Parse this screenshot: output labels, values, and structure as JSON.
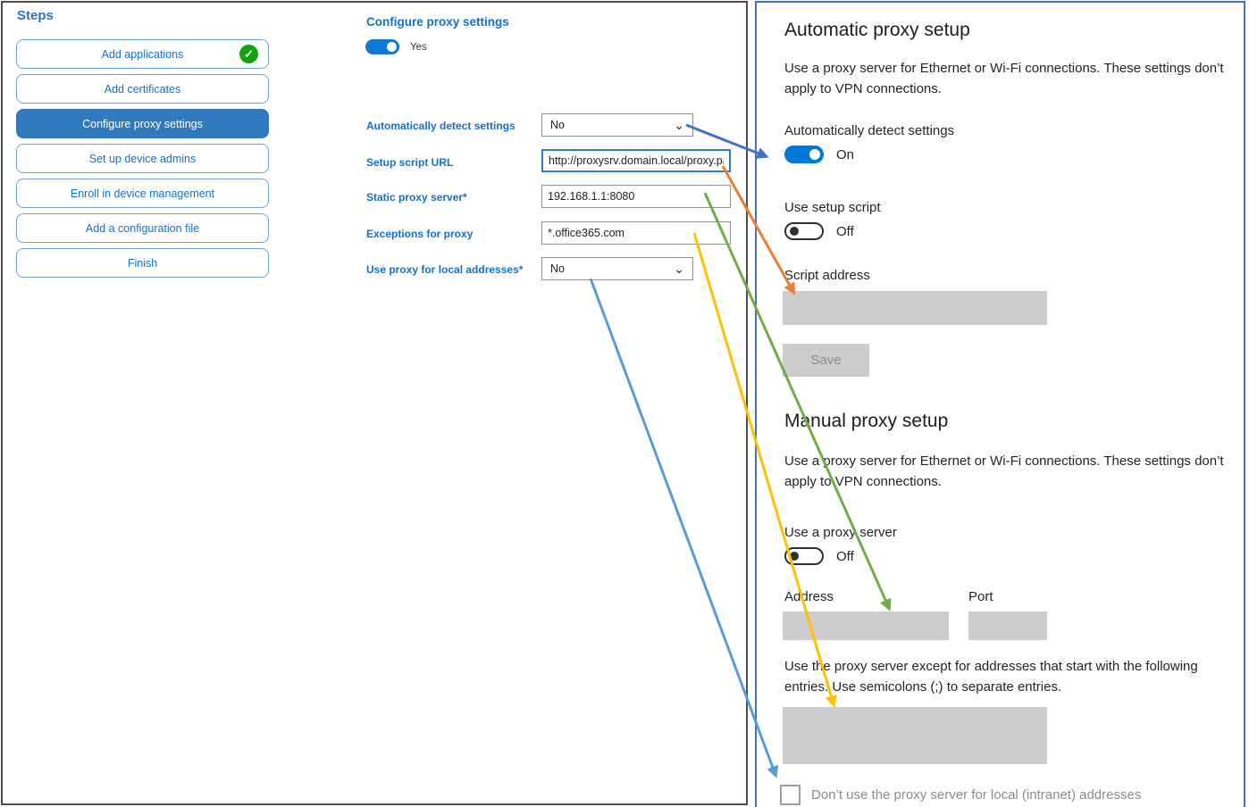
{
  "sidebar": {
    "title": "Steps",
    "items": [
      {
        "label": "Add applications",
        "completed": true,
        "selected": false
      },
      {
        "label": "Add certificates",
        "completed": false,
        "selected": false
      },
      {
        "label": "Configure proxy settings",
        "completed": false,
        "selected": true
      },
      {
        "label": "Set up device admins",
        "completed": false,
        "selected": false
      },
      {
        "label": "Enroll in device management",
        "completed": false,
        "selected": false
      },
      {
        "label": "Add a configuration file",
        "completed": false,
        "selected": false
      },
      {
        "label": "Finish",
        "completed": false,
        "selected": false
      }
    ]
  },
  "form": {
    "title": "Configure proxy settings",
    "enabled_state": "Yes",
    "fields": [
      {
        "label": "Automatically detect settings",
        "type": "select",
        "value": "No"
      },
      {
        "label": "Setup script URL",
        "type": "text",
        "value": "http://proxysrv.domain.local/proxy.pa"
      },
      {
        "label": "Static proxy server*",
        "type": "text",
        "value": "192.168.1.1:8080"
      },
      {
        "label": "Exceptions for proxy",
        "type": "text",
        "value": "*.office365.com"
      },
      {
        "label": "Use proxy for local addresses*",
        "type": "select",
        "value": "No"
      }
    ]
  },
  "settings_panel": {
    "automatic": {
      "title": "Automatic proxy setup",
      "description": "Use a proxy server for Ethernet or Wi-Fi connections. These settings don’t apply to VPN connections.",
      "detect_label": "Automatically detect settings",
      "detect_state": "On",
      "script_toggle_label": "Use setup script",
      "script_toggle_state": "Off",
      "script_address_label": "Script address",
      "save_label": "Save"
    },
    "manual": {
      "title": "Manual proxy setup",
      "description": "Use a proxy server for Ethernet or Wi-Fi connections. These settings don’t apply to VPN connections.",
      "use_proxy_label": "Use a proxy server",
      "use_proxy_state": "Off",
      "address_label": "Address",
      "port_label": "Port",
      "exceptions_hint": "Use the proxy server except for addresses that start with the following entries. Use semicolons (;) to separate entries.",
      "local_checkbox_label": "Don’t use the proxy server for local (intranet) addresses"
    }
  },
  "icons": {
    "chevron_down": "⌄",
    "check": "✓"
  },
  "colors": {
    "label_blue": "#1271c8",
    "sidebar_selected": "#3179be",
    "toggle_on_blue": "#0078d7",
    "panel_border_blue": "#4472c4",
    "disabled_gray": "#cccccc",
    "completed_green": "#16a016",
    "arrows": {
      "detect_settings": "#4472c4",
      "setup_script_to_script_address": "#ed7d31",
      "static_proxy_to_address": "#70ad47",
      "exceptions_to_exception_list": "#ffc000",
      "local_addresses_to_checkbox": "#5b9bd5"
    }
  }
}
